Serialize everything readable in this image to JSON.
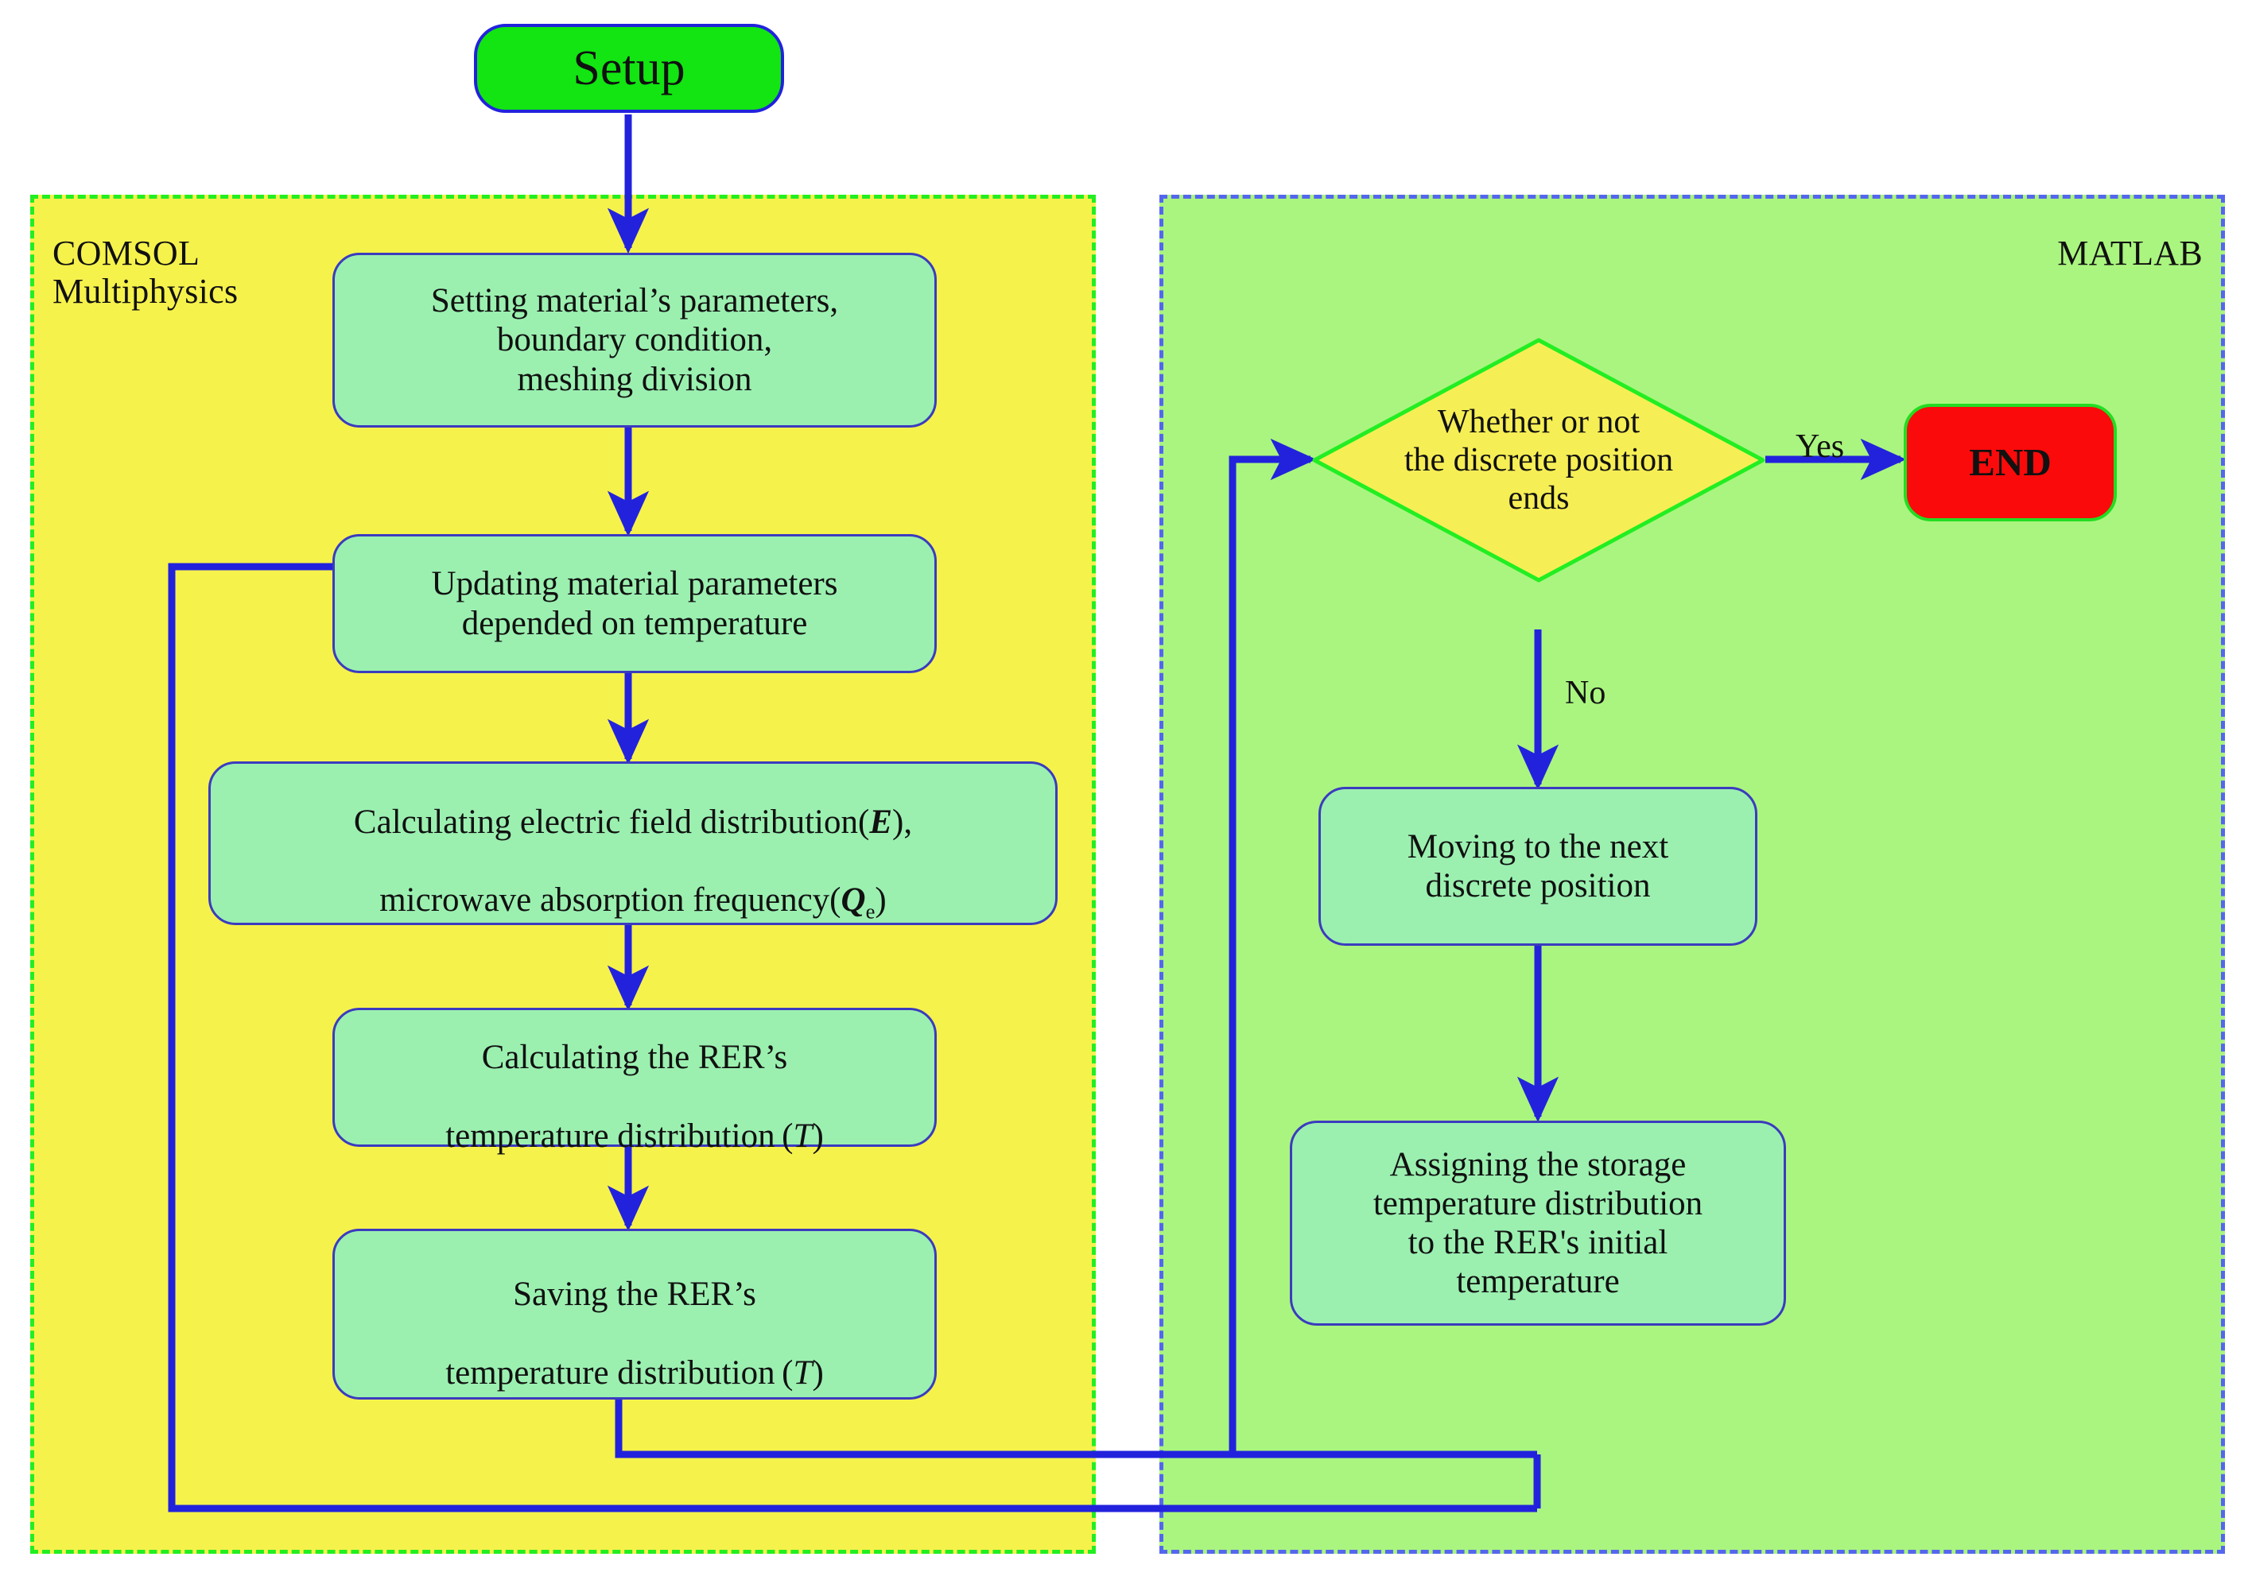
{
  "diagram": {
    "title": "COMSOL Multiphysics - MATLAB coupled simulation flowchart",
    "colors": {
      "comsol_panel_bg": "#f6f24c",
      "comsol_panel_border": "#22ee22",
      "matlab_panel_bg": "#aaf57f",
      "matlab_panel_border": "#5566ee",
      "process_fill": "#9bf0b0",
      "process_border": "#3b3bbf",
      "start_fill": "#12e512",
      "start_border": "#2222dd",
      "end_fill": "#fa0a0a",
      "end_border": "#22dd22",
      "decision_fill": "#f6ee55",
      "decision_border": "#22ee22",
      "connector": "#2222dd"
    }
  },
  "panels": {
    "comsol": {
      "label": "COMSOL\nMultiphysics"
    },
    "matlab": {
      "label": "MATLAB"
    }
  },
  "nodes": {
    "setup": {
      "label": "Setup",
      "type": "terminator"
    },
    "setting_material": {
      "label": "Setting material’s parameters,\nboundary condition,\nmeshing division",
      "type": "process"
    },
    "updating_material": {
      "label": "Updating material parameters\ndepended on temperature",
      "type": "process"
    },
    "calculating_field": {
      "line1_a": "Calculating electric field distribution(",
      "line1_sym": "E",
      "line1_b": "),",
      "line2_a": "microwave absorption frequency(",
      "line2_sym": "Q",
      "line2_sub": "e",
      "line2_b": ")",
      "type": "process"
    },
    "calculating_temp": {
      "line1": "Calculating the RER’s",
      "line2_a": "temperature distribution (",
      "line2_sym": "T",
      "line2_b": ")",
      "type": "process"
    },
    "saving_temp": {
      "line1": "Saving the RER’s",
      "line2_a": "temperature distribution (",
      "line2_sym": "T",
      "line2_b": ")",
      "type": "process"
    },
    "decision": {
      "label": "Whether or not\nthe discrete position\nends",
      "type": "decision"
    },
    "end": {
      "label": "END",
      "type": "terminator"
    },
    "moving_next": {
      "label": "Moving to the next\ndiscrete position",
      "type": "process"
    },
    "assigning_storage": {
      "label": "Assigning the storage\ntemperature distribution\nto the RER's initial\ntemperature",
      "type": "process"
    }
  },
  "edge_labels": {
    "yes": "Yes",
    "no": "No"
  }
}
